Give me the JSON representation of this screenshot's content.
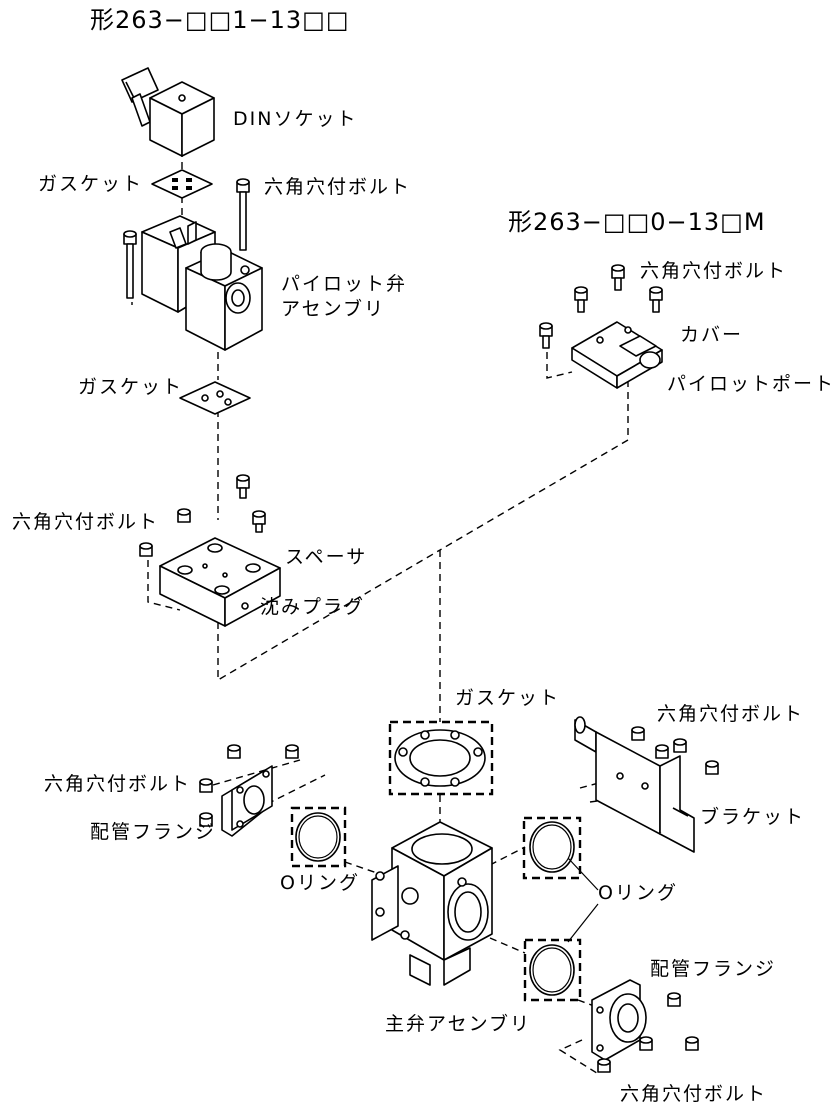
{
  "diagram": {
    "model_top_left": "形263−□□1−13□□",
    "model_top_right": "形263−□□0−13□M",
    "labels": {
      "din_socket": "DINソケット",
      "gasket_1": "ガスケット",
      "hex_bolt_1": "六角穴付ボルト",
      "pilot_valve_line1": "パイロット弁",
      "pilot_valve_line2": "アセンブリ",
      "gasket_2": "ガスケット",
      "hex_bolt_2": "六角穴付ボルト",
      "cover": "カバー",
      "pilot_port": "パイロットポート",
      "hex_bolt_3": "六角穴付ボルト",
      "spacer": "スペーサ",
      "sink_plug": "沈みプラグ",
      "gasket_3": "ガスケット",
      "hex_bolt_4": "六角穴付ボルト",
      "hex_bolt_5": "六角穴付ボルト",
      "pipe_flange_1": "配管フランジ",
      "bracket": "ブラケット",
      "o_ring_1": "Oリング",
      "o_ring_2": "Oリング",
      "pipe_flange_2": "配管フランジ",
      "main_valve_assembly": "主弁アセンブリ",
      "hex_bolt_6": "六角穴付ボルト"
    }
  }
}
